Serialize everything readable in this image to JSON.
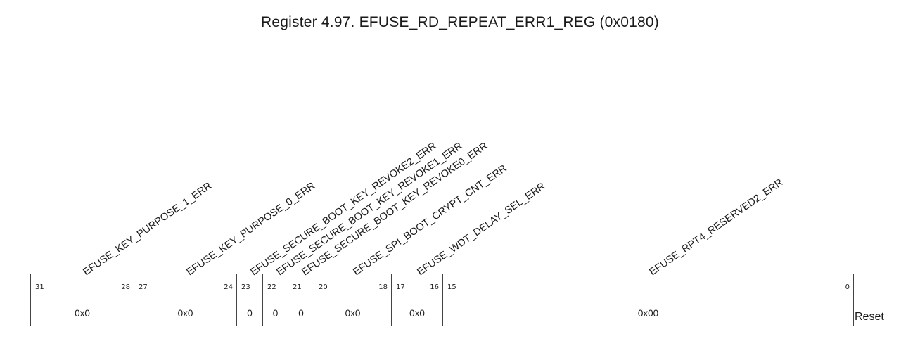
{
  "title": "Register 4.97. EFUSE_RD_REPEAT_ERR1_REG (0x0180)",
  "fields": [
    {
      "name": "EFUSE_KEY_PURPOSE_1_ERR",
      "bit_hi": "31",
      "bit_lo": "28",
      "reset": "0x0"
    },
    {
      "name": "EFUSE_KEY_PURPOSE_0_ERR",
      "bit_hi": "27",
      "bit_lo": "24",
      "reset": "0x0"
    },
    {
      "name": "EFUSE_SECURE_BOOT_KEY_REVOKE2_ERR",
      "bit_hi": "23",
      "bit_lo": "",
      "reset": "0"
    },
    {
      "name": "EFUSE_SECURE_BOOT_KEY_REVOKE1_ERR",
      "bit_hi": "22",
      "bit_lo": "",
      "reset": "0"
    },
    {
      "name": "EFUSE_SECURE_BOOT_KEY_REVOKE0_ERR",
      "bit_hi": "21",
      "bit_lo": "",
      "reset": "0"
    },
    {
      "name": "EFUSE_SPI_BOOT_CRYPT_CNT_ERR",
      "bit_hi": "20",
      "bit_lo": "18",
      "reset": "0x0"
    },
    {
      "name": "EFUSE_WDT_DELAY_SEL_ERR",
      "bit_hi": "17",
      "bit_lo": "16",
      "reset": "0x0"
    },
    {
      "name": "EFUSE_RPT4_RESERVED2_ERR",
      "bit_hi": "15",
      "bit_lo": "0",
      "reset": "0x00"
    }
  ],
  "reset_label": "Reset"
}
